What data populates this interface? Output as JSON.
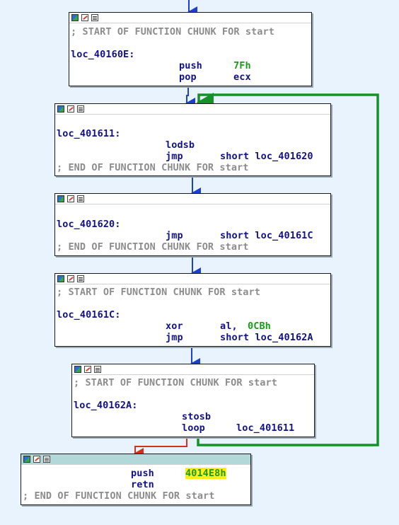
{
  "header_icons": [
    "graph-color-icon",
    "edit-pencil-icon",
    "comment-list-icon"
  ],
  "colors": {
    "background": "#e9f3fd",
    "flow_unconditional": "#1c3fcf",
    "flow_loop": "#149127",
    "flow_false": "#d23117",
    "final_header": "#b2d8da",
    "highlight": "#ffee1a"
  },
  "blocks": [
    {
      "comment": "; START OF FUNCTION CHUNK FOR start",
      "label": "loc_40160E:",
      "instructions": [
        {
          "mnemonic": "push",
          "operand": "7Fh"
        },
        {
          "mnemonic": "pop",
          "operand": "ecx"
        }
      ]
    },
    {
      "label": "loc_401611:",
      "instructions": [
        {
          "mnemonic": "lodsb",
          "operand": ""
        },
        {
          "mnemonic": "jmp",
          "operand": "short loc_401620"
        }
      ],
      "end_comment": "; END OF FUNCTION CHUNK FOR start"
    },
    {
      "label": "loc_401620:",
      "instructions": [
        {
          "mnemonic": "jmp",
          "operand": "short loc_40161C"
        }
      ],
      "end_comment": "; END OF FUNCTION CHUNK FOR start"
    },
    {
      "comment": "; START OF FUNCTION CHUNK FOR start",
      "label": "loc_40161C:",
      "instructions": [
        {
          "mnemonic": "xor",
          "operand_reg": "al, ",
          "operand_imm": "0CBh"
        },
        {
          "mnemonic": "jmp",
          "operand": "short loc_40162A"
        }
      ]
    },
    {
      "comment": "; START OF FUNCTION CHUNK FOR start",
      "label": "loc_40162A:",
      "instructions": [
        {
          "mnemonic": "stosb",
          "operand": ""
        },
        {
          "mnemonic": "loop",
          "operand": "loc_401611"
        }
      ]
    },
    {
      "instructions": [
        {
          "mnemonic": "push",
          "operand": "4014E8h"
        },
        {
          "mnemonic": "retn",
          "operand": ""
        }
      ],
      "end_comment": "; END OF FUNCTION CHUNK FOR start"
    }
  ]
}
